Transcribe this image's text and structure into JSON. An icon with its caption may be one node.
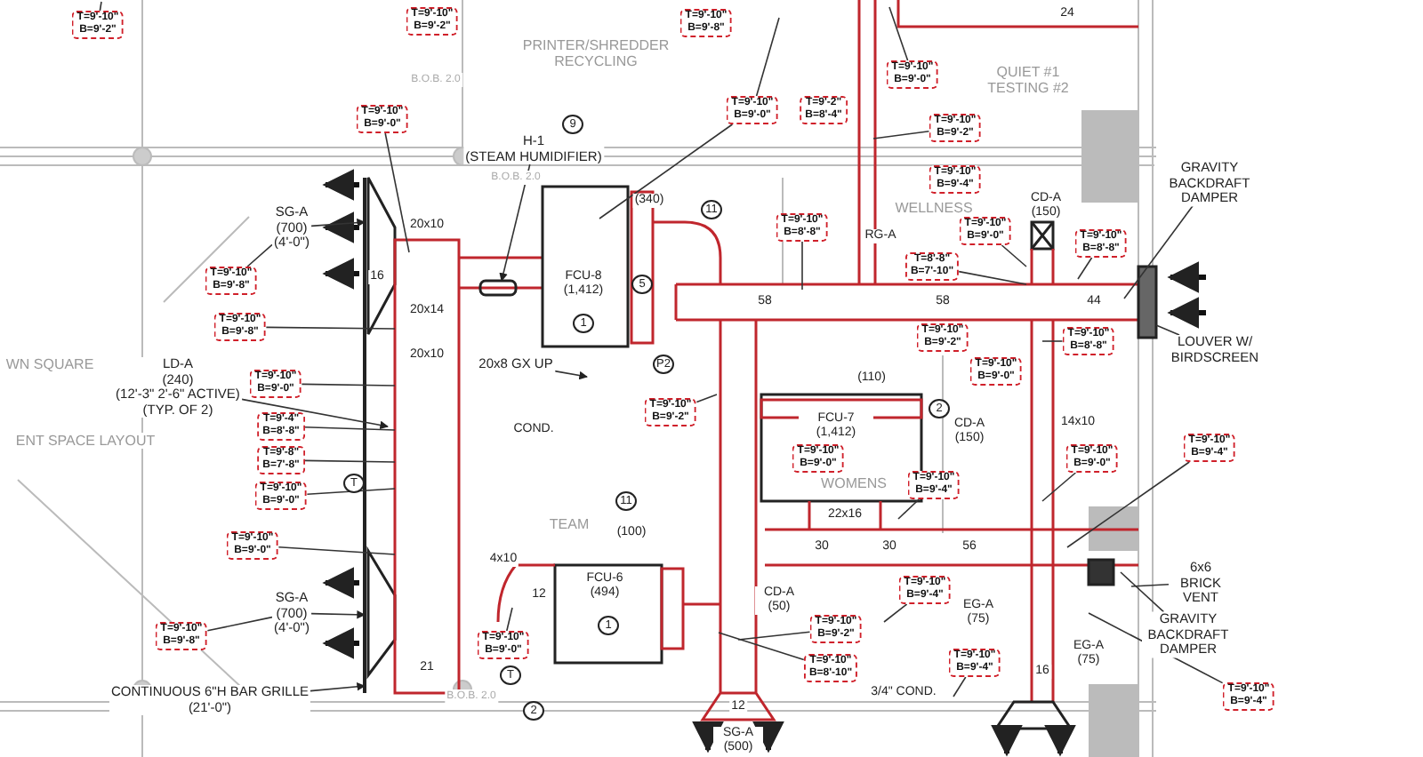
{
  "diagram": {
    "nodes": [
      {
        "text": [
          "T=9'-10\"",
          "B=9'-2\""
        ]
      },
      {
        "text": [
          "T=9'-10\"",
          "B=9'-2\""
        ]
      },
      {
        "text": [
          "T=9'-10\"",
          "B=9'-8\""
        ]
      },
      {
        "text": [
          "T=9'-10\"",
          "B=9'-0\""
        ]
      },
      {
        "text": [
          "T=9'-10\"",
          "B=9'-0\""
        ]
      },
      {
        "text": [
          "T=9'-2\"",
          "B=8'-4\""
        ]
      },
      {
        "text": [
          "T=9'-10\"",
          "B=9'-0\""
        ]
      },
      {
        "text": [
          "T=9'-10\"",
          "B=9'-2\""
        ]
      },
      {
        "text": [
          "T=9'-10\"",
          "B=9'-4\""
        ]
      },
      {
        "text": [
          "T=9'-10\"",
          "B=8'-8\""
        ]
      },
      {
        "text": [
          "T=8'-8\"",
          "B=7'-10\""
        ]
      },
      {
        "text": [
          "T=9'-10\"",
          "B=9'-0\""
        ]
      },
      {
        "text": [
          "T=9'-10\"",
          "B=8'-8\""
        ]
      },
      {
        "text": [
          "T=9'-10\"",
          "B=9'-2\""
        ]
      },
      {
        "text": [
          "T=9'-10\"",
          "B=8'-8\""
        ]
      },
      {
        "text": [
          "T=9'-10\"",
          "B=9'-0\""
        ]
      },
      {
        "text": [
          "T=9'-10\"",
          "B=9'-8\""
        ]
      },
      {
        "text": [
          "T=9'-10\"",
          "B=9'-8\""
        ]
      },
      {
        "text": [
          "T=9'-10\"",
          "B=9'-0\""
        ]
      },
      {
        "text": [
          "T=9'-4\"",
          "B=8'-8\""
        ]
      },
      {
        "text": [
          "T=9'-8\"",
          "B=7'-8\""
        ]
      },
      {
        "text": [
          "T=9'-10\"",
          "B=9'-0\""
        ]
      },
      {
        "text": [
          "T=9'-10\"",
          "B=9'-0\""
        ]
      },
      {
        "text": [
          "T=9'-10\"",
          "B=9'-8\""
        ]
      },
      {
        "text": [
          "T=9'-10\"",
          "B=9'-2\""
        ]
      },
      {
        "text": [
          "T=9'-10\"",
          "B=9'-0\""
        ]
      },
      {
        "text": [
          "T=9'-10\"",
          "B=9'-4\""
        ]
      },
      {
        "text": [
          "T=9'-10\"",
          "B=9'-0\""
        ]
      },
      {
        "text": [
          "T=9'-10\"",
          "B=9'-4\""
        ]
      },
      {
        "text": [
          "T=9'-10\"",
          "B=9'-0\""
        ]
      },
      {
        "text": [
          "T=9'-10\"",
          "B=9'-4\""
        ]
      },
      {
        "text": [
          "T=9'-10\"",
          "B=9'-2\""
        ]
      },
      {
        "text": [
          "T=9'-10\"",
          "B=8'-10\""
        ]
      },
      {
        "text": [
          "T=9'-10\"",
          "B=9'-4\""
        ]
      },
      {
        "text": [
          "T=9'-10\"",
          "B=9'-4\""
        ]
      },
      {
        "text": [
          "SG-A",
          "(700)",
          "(4'-0\")"
        ]
      },
      {
        "text": [
          "LD-A",
          "(240)",
          "(12'-3\" 2'-6\" ACTIVE)",
          "(TYP. OF 2)"
        ]
      },
      {
        "text": [
          "SG-A",
          "(700)",
          "(4'-0\")"
        ]
      },
      {
        "text": [
          "CONTINUOUS 6\"H BAR GRILLE",
          "(21'-0\")"
        ]
      },
      {
        "text": [
          "H-1",
          "(STEAM HUMIDIFIER)"
        ]
      },
      {
        "text": [
          "GRAVITY BACKDRAFT DAMPER"
        ]
      },
      {
        "text": [
          "LOUVER W/ BIRDSCREEN"
        ]
      },
      {
        "text": [
          "6x6 BRICK VENT"
        ]
      },
      {
        "text": [
          "GRAVITY BACKDRAFT DAMPER"
        ]
      },
      {
        "text": [
          "20x8 GX UP"
        ]
      }
    ],
    "edges": [
      {
        "from": 0,
        "to": null,
        "arrow": "none"
      },
      {
        "from": 3,
        "to": null,
        "arrow": "none"
      },
      {
        "from": 4,
        "to": null,
        "arrow": "none"
      },
      {
        "from": 4,
        "to": null,
        "arrow": "none"
      },
      {
        "from": 6,
        "to": null,
        "arrow": "none"
      },
      {
        "from": 7,
        "to": null,
        "arrow": "none"
      },
      {
        "from": 9,
        "to": null,
        "arrow": "none"
      },
      {
        "from": 10,
        "to": null,
        "arrow": "none"
      },
      {
        "from": 11,
        "to": null,
        "arrow": "none"
      },
      {
        "from": 12,
        "to": null,
        "arrow": "none"
      },
      {
        "from": 14,
        "to": null,
        "arrow": "none"
      },
      {
        "from": 16,
        "to": 35,
        "arrow": "none"
      },
      {
        "from": 17,
        "to": null,
        "arrow": "none"
      },
      {
        "from": 18,
        "to": null,
        "arrow": "none"
      },
      {
        "from": 19,
        "to": null,
        "arrow": "none"
      },
      {
        "from": 20,
        "to": null,
        "arrow": "none"
      },
      {
        "from": 21,
        "to": null,
        "arrow": "none"
      },
      {
        "from": 22,
        "to": null,
        "arrow": "none"
      },
      {
        "from": 23,
        "to": 37,
        "arrow": "none"
      },
      {
        "from": 24,
        "to": null,
        "arrow": "none"
      },
      {
        "from": 26,
        "to": null,
        "arrow": "none"
      },
      {
        "from": 27,
        "to": null,
        "arrow": "none"
      },
      {
        "from": 28,
        "to": null,
        "arrow": "none"
      },
      {
        "from": 29,
        "to": null,
        "arrow": "none"
      },
      {
        "from": 30,
        "to": null,
        "arrow": "none"
      },
      {
        "from": 31,
        "to": null,
        "arrow": "none"
      },
      {
        "from": 32,
        "to": null,
        "arrow": "none"
      },
      {
        "from": 33,
        "to": null,
        "arrow": "none"
      },
      {
        "from": 34,
        "to": null,
        "arrow": "none"
      },
      {
        "from": 35,
        "to": null,
        "arrow": "to"
      },
      {
        "from": 36,
        "to": null,
        "arrow": "to"
      },
      {
        "from": 37,
        "to": null,
        "arrow": "to"
      },
      {
        "from": 38,
        "to": null,
        "arrow": "to"
      },
      {
        "from": 39,
        "to": null,
        "arrow": "to"
      },
      {
        "from": 40,
        "to": null,
        "arrow": "none"
      },
      {
        "from": 41,
        "to": null,
        "arrow": "none"
      },
      {
        "from": 42,
        "to": null,
        "arrow": "none"
      },
      {
        "from": 43,
        "to": null,
        "arrow": "none"
      },
      {
        "from": 44,
        "to": null,
        "arrow": "to"
      }
    ],
    "labels": [
      "PRINTER/SHREDDER RECYCLING",
      "QUIET #1 TESTING #2",
      "B.O.B. 2.0",
      "9",
      "B.O.B. 2.0",
      "24",
      "(340)",
      "11",
      "RG-A",
      "WELLNESS",
      "CD-A (150)",
      "16",
      "20x10",
      "FCU-8 (1,412)",
      "5",
      "1",
      "20x14",
      "58",
      "58",
      "44",
      "WN SQUARE",
      "20x10",
      "COND.",
      "P2",
      "ENT SPACE LAYOUT",
      "(110)",
      "2",
      "FCU-7 (1,412)",
      "WOMENS",
      "CD-A (150)",
      "14x10",
      "T",
      "TEAM",
      "22x16",
      "30",
      "11",
      "(100)",
      "4x10",
      "56",
      "30",
      "FCU-6 (494)",
      "1",
      "12",
      "CD-A (50)",
      "EG-A (75)",
      "T",
      "2",
      "3/4\" COND.",
      "EG-A (75)",
      "16",
      "21",
      "B.O.B. 2.0",
      "SG-A (500)",
      "12"
    ]
  }
}
